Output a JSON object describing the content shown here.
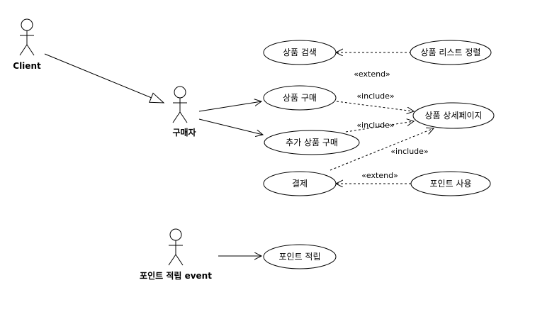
{
  "diagram": {
    "type": "use-case",
    "actors": [
      {
        "id": "client",
        "label": "Client"
      },
      {
        "id": "buyer",
        "label": "구매자"
      },
      {
        "id": "point-event",
        "label": "포인트 적립 event"
      }
    ],
    "use_cases": [
      {
        "id": "search",
        "label": "상품 검색"
      },
      {
        "id": "sort",
        "label": "상품 리스트 정렬"
      },
      {
        "id": "purchase",
        "label": "상품 구매"
      },
      {
        "id": "detail",
        "label": "상품 상세페이지"
      },
      {
        "id": "extra",
        "label": "추가 상품 구매"
      },
      {
        "id": "payment",
        "label": "결제"
      },
      {
        "id": "use-point",
        "label": "포인트 사용"
      },
      {
        "id": "earn-point",
        "label": "포인트 적립"
      }
    ],
    "relations": [
      {
        "id": "client-gen",
        "from": "client",
        "to": "buyer",
        "kind": "generalization",
        "label": ""
      },
      {
        "id": "buyer-purchase",
        "from": "buyer",
        "to": "purchase",
        "kind": "association",
        "label": ""
      },
      {
        "id": "buyer-extra",
        "from": "buyer",
        "to": "extra",
        "kind": "association",
        "label": ""
      },
      {
        "id": "sort-extend",
        "from": "sort",
        "to": "search",
        "kind": "extend",
        "label": "«extend»"
      },
      {
        "id": "purchase-include",
        "from": "purchase",
        "to": "detail",
        "kind": "include",
        "label": "«include»"
      },
      {
        "id": "extra-include",
        "from": "extra",
        "to": "detail",
        "kind": "include",
        "label": "«include»"
      },
      {
        "id": "payment-include",
        "from": "payment",
        "to": "detail",
        "kind": "include",
        "label": "«include»"
      },
      {
        "id": "point-extend",
        "from": "use-point",
        "to": "payment",
        "kind": "extend",
        "label": "«extend»"
      },
      {
        "id": "event-earn",
        "from": "point-event",
        "to": "earn-point",
        "kind": "association",
        "label": ""
      }
    ]
  }
}
